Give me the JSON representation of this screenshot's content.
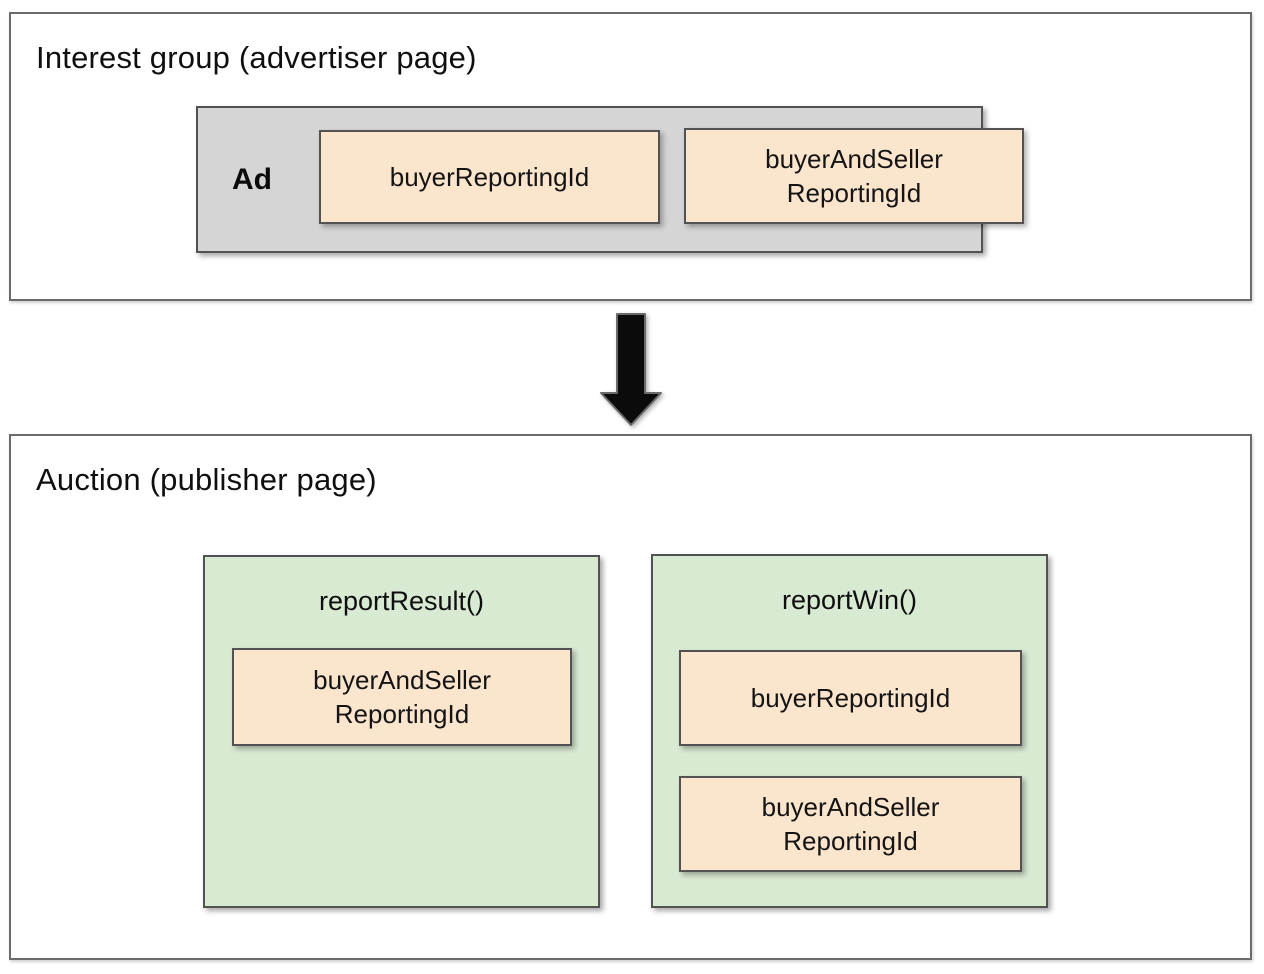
{
  "colors": {
    "chip_fill": "#fbe5cd",
    "function_fill": "#d9ead3",
    "ad_fill": "#d5d5d5",
    "box_border": "#525252",
    "panel_border": "#6b6b6b",
    "arrow_fill": "#0b0b0b",
    "text": "#111111"
  },
  "interest_group": {
    "title": "Interest group (advertiser page)",
    "ad_label": "Ad",
    "chips": [
      {
        "lines": [
          "buyerReportingId"
        ]
      },
      {
        "lines": [
          "buyerAndSeller",
          "ReportingId"
        ]
      }
    ]
  },
  "arrow": {
    "direction": "down"
  },
  "auction": {
    "title": "Auction (publisher page)",
    "report_result": {
      "name": "reportResult()",
      "chips": [
        {
          "lines": [
            "buyerAndSeller",
            "ReportingId"
          ]
        }
      ]
    },
    "report_win": {
      "name": "reportWin()",
      "chips": [
        {
          "lines": [
            "buyerReportingId"
          ]
        },
        {
          "lines": [
            "buyerAndSeller",
            "ReportingId"
          ]
        }
      ]
    }
  }
}
